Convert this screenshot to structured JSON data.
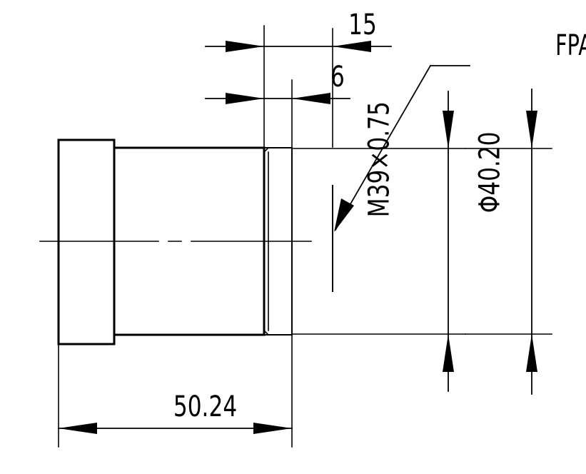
{
  "dimensions": {
    "top_length": "15",
    "flange_distance": "6",
    "overall_length": "50.24",
    "thread_spec": "M39×0.75",
    "outer_diameter": "Φ40.20"
  },
  "labels": {
    "focal_plane": "FPA"
  }
}
